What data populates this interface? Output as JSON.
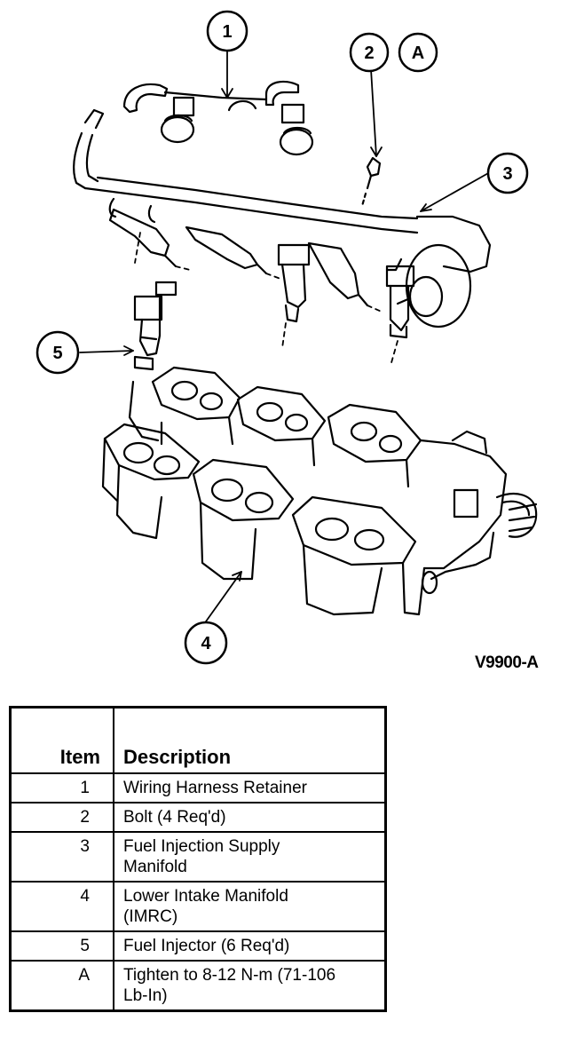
{
  "figure_code": "V9900-A",
  "callouts": [
    {
      "label": "1"
    },
    {
      "label": "2"
    },
    {
      "label": "A"
    },
    {
      "label": "3"
    },
    {
      "label": "5"
    },
    {
      "label": "4"
    }
  ],
  "table": {
    "headers": {
      "item": "Item",
      "description": "Description"
    },
    "rows": [
      {
        "item": "1",
        "desc_lines": [
          "Wiring Harness Retainer"
        ]
      },
      {
        "item": "2",
        "desc_lines": [
          "Bolt (4 Req'd)"
        ]
      },
      {
        "item": "3",
        "desc_lines": [
          "Fuel Injection Supply",
          "Manifold"
        ]
      },
      {
        "item": "4",
        "desc_lines": [
          "Lower Intake Manifold",
          "(IMRC)"
        ]
      },
      {
        "item": "5",
        "desc_lines": [
          "Fuel Injector (6 Req'd)"
        ]
      },
      {
        "item": "A",
        "desc_lines": [
          "Tighten to 8-12 N-m (71-106",
          "Lb-In)"
        ]
      }
    ]
  }
}
